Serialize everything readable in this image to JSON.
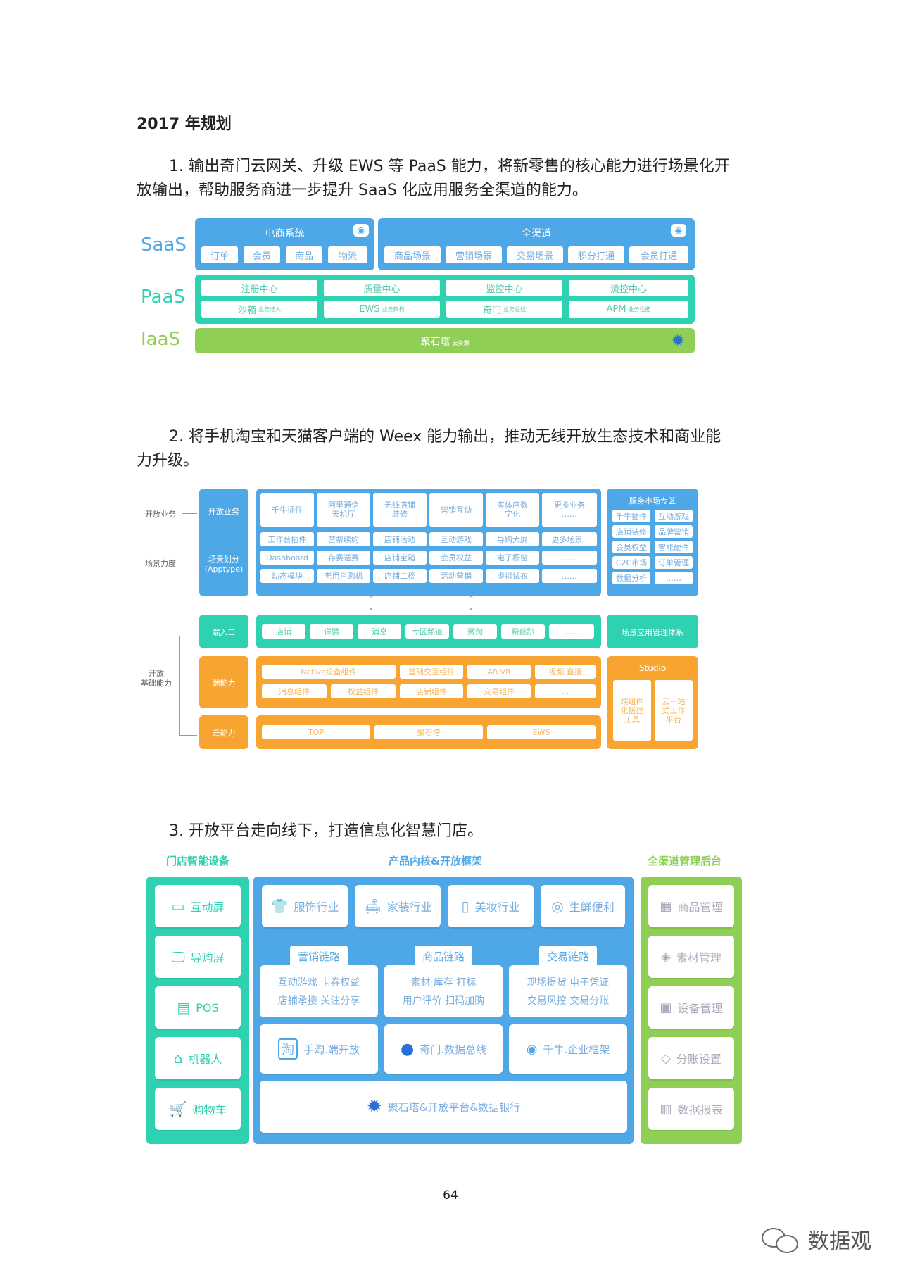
{
  "heading": "2017 年规划",
  "item1": {
    "line1": "1. 输出奇门云网关、升级 EWS 等 PaaS 能力，将新零售的核心能力进行场景化开",
    "line2": "放输出，帮助服务商进一步提升 SaaS 化应用服务全渠道的能力。"
  },
  "diagram1": {
    "layers": [
      "SaaS",
      "PaaS",
      "IaaS"
    ],
    "saas_left": {
      "title": "电商系统",
      "items": [
        "订单",
        "会员",
        "商品",
        "物流"
      ]
    },
    "saas_right": {
      "title": "全渠道",
      "items": [
        "商品场景",
        "营销场景",
        "交易场景",
        "积分打通",
        "会员打通"
      ]
    },
    "paas_row1": [
      "注册中心",
      "质量中心",
      "监控中心",
      "流控中心"
    ],
    "paas_row2": [
      {
        "name": "沙箱",
        "sub": "业务准入"
      },
      {
        "name": "EWS",
        "sub": "业务架构"
      },
      {
        "name": "奇门",
        "sub": "业务总线"
      },
      {
        "name": "APM",
        "sub": "业务性能"
      }
    ],
    "iaas": {
      "name": "聚石塔",
      "sub": "云资源"
    },
    "colors": {
      "saas": "#4ea7e6",
      "paas": "#2ed1b0",
      "iaas": "#8fcf56"
    }
  },
  "item2": {
    "line1": "2. 将手机淘宝和天猫客户端的 Weex 能力输出，推动无线开放生态技术和商业能",
    "line2": "力升级。"
  },
  "diagram2": {
    "side_labels": {
      "open_biz": "开放业务",
      "scene": "场景力度",
      "base": "开放\n基础能力"
    },
    "left_top": "开放业务",
    "left_bottom": "场景划分\n(Apptype)",
    "grid_row1": [
      "千牛插件",
      "阿里通信\n天机厅",
      "无线店铺\n装修",
      "营销互动",
      "实体店数\n字化",
      "更多业务\n……"
    ],
    "grid_row2": [
      "工作台插件",
      "营帮续约",
      "店铺活动",
      "互动游戏",
      "导购大屏",
      "更多场景.."
    ],
    "grid_row3": [
      "Dashboard",
      "存赛送赛",
      "店铺宝箱",
      "会员权益",
      "电子橱窗",
      "……"
    ],
    "grid_row4": [
      "动态模块",
      "老用户购机",
      "店铺二楼",
      "活动营销",
      "虚拟试衣",
      "……"
    ],
    "market": {
      "title": "服务市场专区",
      "items": [
        "千牛插件",
        "互动游戏",
        "店铺装修",
        "品牌营销",
        "会员权益",
        "智能硬件",
        "C2C市场",
        "订单管理",
        "数据分析",
        "……"
      ]
    },
    "entry": {
      "label": "端入口",
      "items": [
        "店铺",
        "详情",
        "消息",
        "专区频道",
        "微淘",
        "粉丝趴",
        "……"
      ],
      "right": "场景应用管理体系"
    },
    "endpoint": {
      "label": "端能力",
      "row1": [
        "Native设备组件",
        "基础交互组件",
        "AR.VR",
        "视频.直播"
      ],
      "row2": [
        "消息组件",
        "权益组件",
        "店铺组件",
        "交易组件",
        "…"
      ]
    },
    "studio": {
      "title": "Studio",
      "items": [
        "端组件\n化搭建\n工具",
        "云一站\n式工作\n平台"
      ]
    },
    "cloud": {
      "label": "云能力",
      "items": [
        "TOP",
        "聚石塔",
        "EWS"
      ]
    },
    "colors": {
      "blue": "#4ea7e6",
      "teal": "#2ed1b0",
      "orange": "#f7a530"
    }
  },
  "item3": {
    "line1": "3. 开放平台走向线下，打造信息化智慧门店。"
  },
  "diagram3": {
    "left_title": "门店智能设备",
    "center_title": "产品内核&开放框架",
    "right_title": "全渠道管理后台",
    "devices": [
      {
        "icon": "screen-icon",
        "label": "互动屏"
      },
      {
        "icon": "monitor-icon",
        "label": "导购屏"
      },
      {
        "icon": "pos-icon",
        "label": "POS"
      },
      {
        "icon": "robot-icon",
        "label": "机器人"
      },
      {
        "icon": "cart-icon",
        "label": "购物车"
      }
    ],
    "industries": [
      {
        "icon": "shirt-icon",
        "label": "服饰行业"
      },
      {
        "icon": "sofa-icon",
        "label": "家装行业"
      },
      {
        "icon": "cosmetics-icon",
        "label": "美妆行业"
      },
      {
        "icon": "fresh-icon",
        "label": "生鲜便利"
      }
    ],
    "chains": [
      {
        "title": "营销链路",
        "line1": "互动游戏  卡券权益",
        "line2": "店铺承接  关注分享"
      },
      {
        "title": "商品链路",
        "line1": "素材    库存    打标",
        "line2": "用户评价  扫码加购"
      },
      {
        "title": "交易链路",
        "line1": "现场提货  电子凭证",
        "line2": "交易风控  交易分账"
      }
    ],
    "frameworks": [
      {
        "icon": "taobao-icon",
        "label": "手淘.端开放"
      },
      {
        "icon": "qimen-icon",
        "label": "奇门.数据总线"
      },
      {
        "icon": "qianniu-icon",
        "label": "千牛.企业框架"
      }
    ],
    "base": "聚石塔&开放平台&数据银行",
    "admin": [
      {
        "icon": "grid-icon",
        "label": "商品管理"
      },
      {
        "icon": "layers-icon",
        "label": "素材管理"
      },
      {
        "icon": "device-icon",
        "label": "设备管理"
      },
      {
        "icon": "tag-icon",
        "label": "分账设置"
      },
      {
        "icon": "report-icon",
        "label": "数据报表"
      }
    ],
    "colors": {
      "left": "#2ed1b0",
      "center": "#4ea7e6",
      "right": "#8fcf56"
    }
  },
  "page_number": "64",
  "watermark": "数据观"
}
